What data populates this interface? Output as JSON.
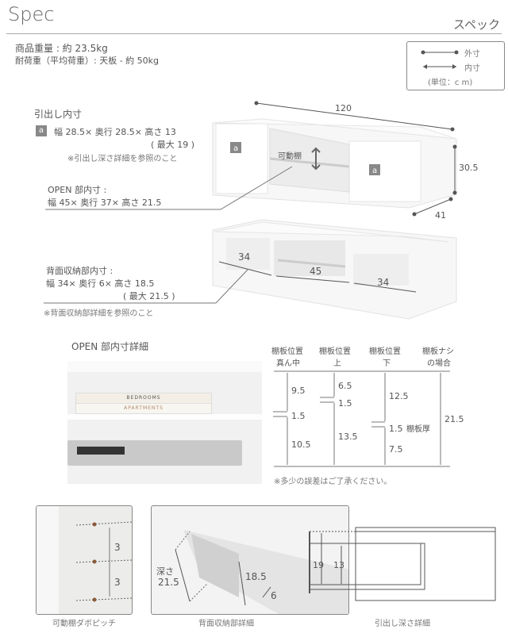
{
  "header": {
    "title": "Spec",
    "title_jp": "スペック"
  },
  "weights": {
    "product": "商品重量 : 約 23.5kg",
    "load": "耐荷重（平均荷重）: 天板 - 約 50kg"
  },
  "legend": {
    "outer": "外寸",
    "inner": "内寸",
    "unit": "(単位：c m)"
  },
  "drawer": {
    "title": "引出し内寸",
    "badge": "a",
    "dims": "幅 28.5× 奥行 28.5× 高さ 13",
    "max": "( 最大 19 )",
    "note": "※引出し深さ詳細を参照のこと"
  },
  "open": {
    "title": "OPEN 部内寸 :",
    "dims": "幅 45× 奥行 37× 高さ 21.5"
  },
  "front_dims": {
    "width": "120",
    "height": "30.5",
    "depth": "41",
    "movable_shelf": "可動棚",
    "badge": "a"
  },
  "back": {
    "title": "背面収納部内寸 :",
    "dims": "幅 34× 奥行 6× 高さ 18.5",
    "max": "( 最大 21.5 )",
    "note": "※背面収納部詳細を参照のこと",
    "left": "34",
    "center": "45",
    "right": "34"
  },
  "open_detail": {
    "title": "OPEN 部内寸詳細",
    "book1": "BEDROOMS",
    "book2": "APARTMENTS"
  },
  "shelf_chart": {
    "columns": [
      {
        "l1": "棚板位置",
        "l2": "真ん中"
      },
      {
        "l1": "棚板位置",
        "l2": "上"
      },
      {
        "l1": "棚板位置",
        "l2": "下"
      },
      {
        "l1": "棚板ナシ",
        "l2": "の場合"
      }
    ],
    "middle": {
      "top": "9.5",
      "shelf": "1.5",
      "bottom": "10.5"
    },
    "upper": {
      "top": "6.5",
      "shelf": "1.5",
      "bottom": "13.5"
    },
    "lower": {
      "top": "12.5",
      "shelf": "1.5",
      "bottom": "7.5",
      "shelf_label": "棚板厚"
    },
    "none": {
      "total": "21.5"
    },
    "note": "※多少の誤差はご了承ください。"
  },
  "captions": {
    "pitch": "可動棚ダボピッチ",
    "back_detail": "背面収納部詳細",
    "drawer_depth": "引出し深さ詳細"
  },
  "pitch": {
    "a": "3",
    "b": "3"
  },
  "back_detail": {
    "depth_label": "深さ",
    "depth": "21.5",
    "height": "18.5",
    "inner": "6"
  },
  "drawer_depth": {
    "max": "19",
    "inner": "13"
  }
}
